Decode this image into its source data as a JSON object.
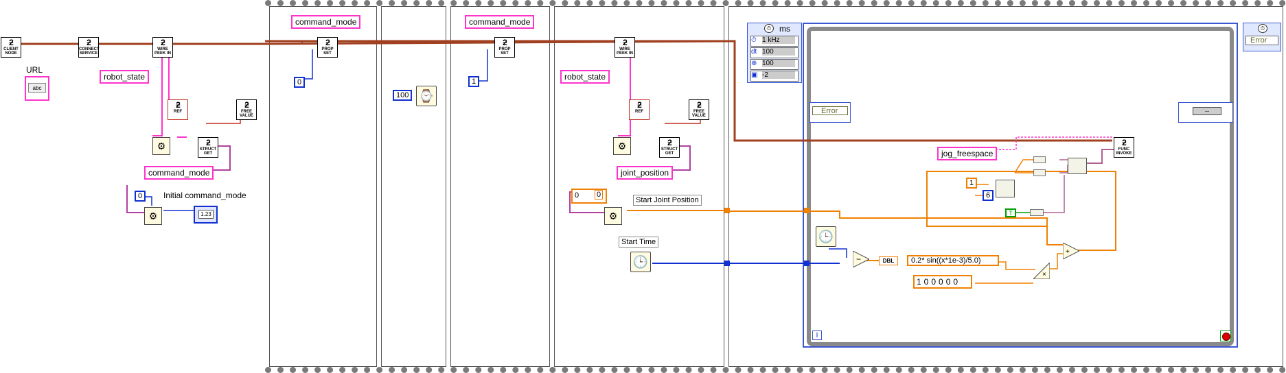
{
  "nodes": {
    "client_node": "CLIENT NODE",
    "connect_service": "CONNECT SERVICE",
    "wire_peek_in": "WIRE PEEK IN",
    "ref": "REF",
    "struct_get": "STRUCT GET",
    "free_value": "FREE VALUE",
    "prop_set": "PROP SET",
    "func_invoke": "FUNC INVOKE",
    "logo": "ƻ"
  },
  "frame0": {
    "url_label": "URL",
    "url_control": "abc",
    "robot_state": "robot_state",
    "command_mode": "command_mode",
    "const_zero": "0",
    "initial_label": "Initial command_mode",
    "indicator": "1.23"
  },
  "frame1": {
    "command_mode": "command_mode",
    "const_value": "0"
  },
  "frame2": {
    "wait_ms": "100"
  },
  "frame3": {
    "command_mode": "command_mode",
    "const_value": "1"
  },
  "frame4": {
    "robot_state": "robot_state",
    "joint_position": "joint_position",
    "start_joint_label": "Start Joint Position",
    "array_idx": "0",
    "array_val": "0",
    "start_time_label": "Start Time"
  },
  "frame5": {
    "timed_loop_unit": "ms",
    "timing": [
      {
        "key": "⏱",
        "value": "1 kHz"
      },
      {
        "key": "dt",
        "value": "100"
      },
      {
        "key": "⊕",
        "value": "100"
      },
      {
        "key": "▣",
        "value": "-2"
      }
    ],
    "error_left": "Error",
    "error_right": "Error",
    "jog_freespace": "jog_freespace",
    "const_one": "1",
    "const_six": "6",
    "bool_true": "T",
    "formula": "0.2* sin((x*1e-3)/5.0)",
    "dbl_label": "DBL",
    "const_big": "100000",
    "iteration": "i",
    "cluster_right": "-- "
  },
  "colors": {
    "wire_class": "#a04020",
    "wire_cluster": "#ff33cc",
    "wire_int": "#1030d0",
    "wire_dbl": "#f08000",
    "wire_bool": "#00a000"
  }
}
